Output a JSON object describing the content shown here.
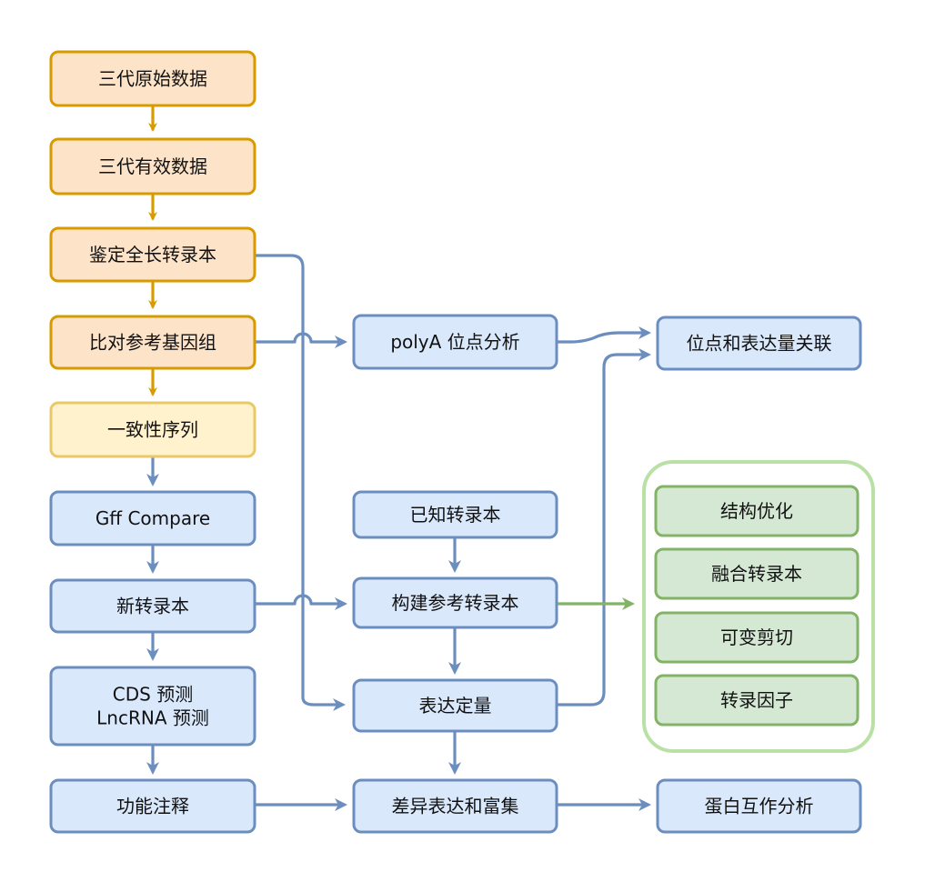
{
  "nodes": {
    "raw_data": "三代原始数据",
    "valid_data": "三代有效数据",
    "full_length": "鉴定全长转录本",
    "align_ref": "比对参考基因组",
    "consensus": "一致性序列",
    "gff_compare": "Gff Compare",
    "new_transcript": "新转录本",
    "cds_lnc": [
      "CDS 预测",
      "LncRNA 预测"
    ],
    "func_annot": "功能注释",
    "polya": "polyA 位点分析",
    "known_transcript": "已知转录本",
    "build_ref": "构建参考转录本",
    "expr_quant": "表达定量",
    "diff_expr": "差异表达和富集",
    "site_expr": "位点和表达量关联",
    "protein_interact": "蛋白互作分析",
    "struct_opt": "结构优化",
    "fusion": "融合转录本",
    "alt_splice": "可变剪切",
    "tf": "转录因子"
  },
  "colors": {
    "orange_fill": "#fde3c8",
    "orange_stroke": "#d79b00",
    "yellow_fill": "#fff2cc",
    "yellow_stroke": "#e8c96a",
    "blue_fill": "#dae8fc",
    "blue_stroke": "#6c8ebf",
    "green_fill": "#d5e8d4",
    "green_stroke": "#82b366",
    "group_stroke": "#b9e0a5",
    "edge_orange": "#d79b00",
    "edge_blue": "#6c8ebf",
    "edge_green": "#82b366"
  }
}
